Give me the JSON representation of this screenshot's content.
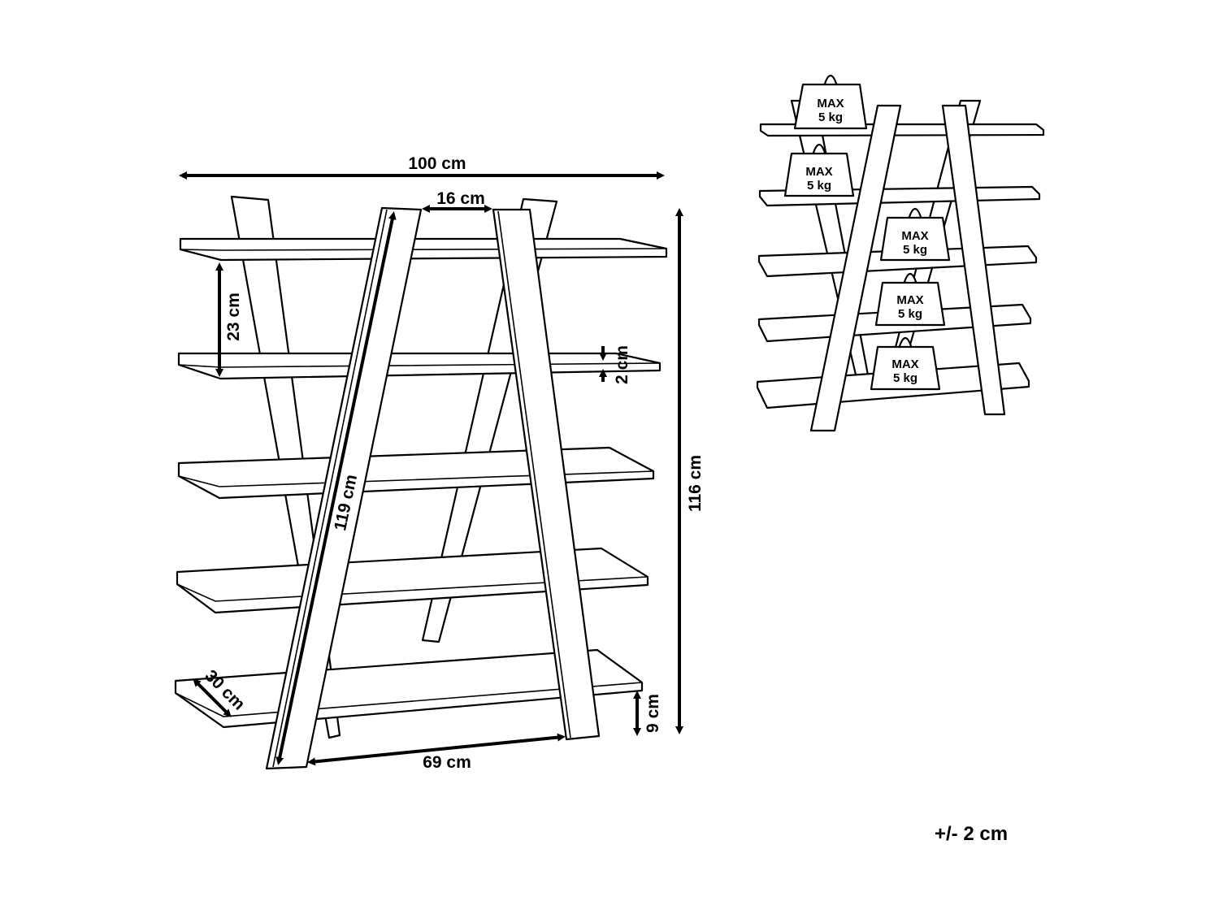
{
  "dimensions": {
    "width": "100 cm",
    "height": "116 cm",
    "top_gap": "16 cm",
    "shelf_spacing": "23 cm",
    "shelf_thickness": "2 cm",
    "leg_length": "119 cm",
    "base_width": "69 cm",
    "depth": "30 cm",
    "floor_clearance": "9 cm"
  },
  "weights": {
    "line1": "MAX",
    "line2": "5 kg",
    "count": 5
  },
  "tolerance": "+/- 2 cm"
}
